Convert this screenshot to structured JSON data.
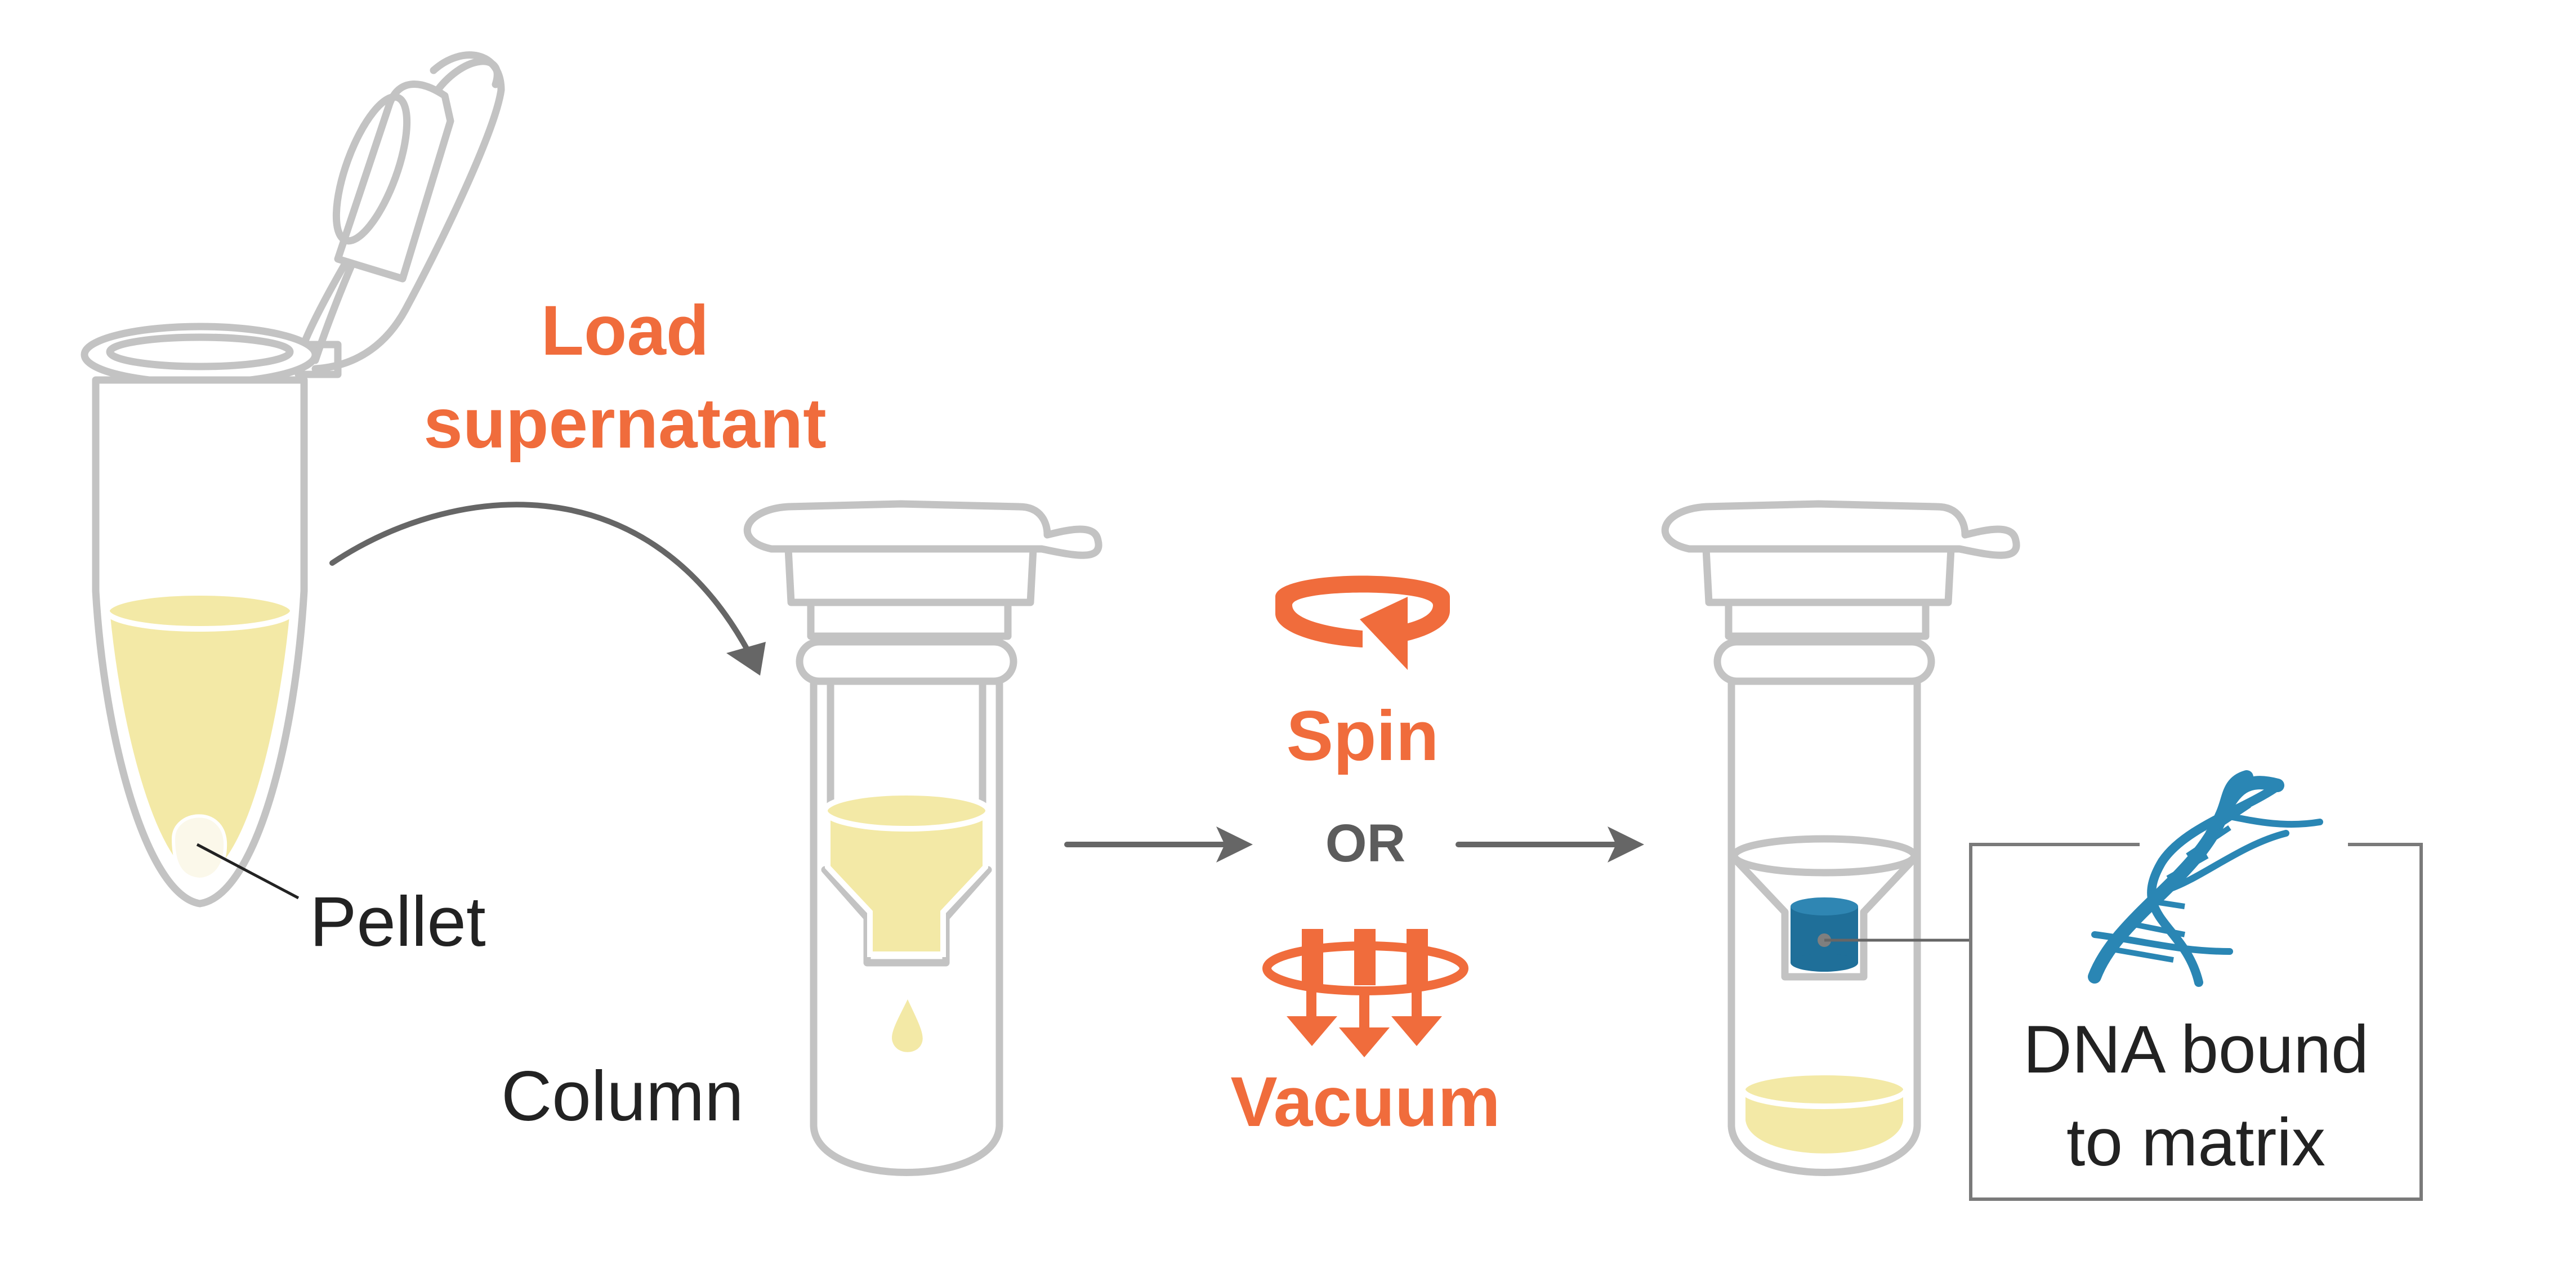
{
  "labels": {
    "load_line1": "Load",
    "load_line2": "supernatant",
    "pellet": "Pellet",
    "column": "Column",
    "spin": "Spin",
    "or": "OR",
    "vacuum": "Vacuum",
    "dna_line1": "DNA bound",
    "dna_line2": "to matrix"
  },
  "icons": [
    "microcentrifuge-tube-icon",
    "spin-column-icon",
    "spin-rotation-icon",
    "vacuum-icon",
    "dna-helix-icon"
  ],
  "colors": {
    "accent": "#f06c3c",
    "tube_outline": "#c3c3c3",
    "liquid": "#f3e9a6",
    "matrix": "#1f6f99",
    "dna": "#2a86b4",
    "arrow": "#666666"
  }
}
